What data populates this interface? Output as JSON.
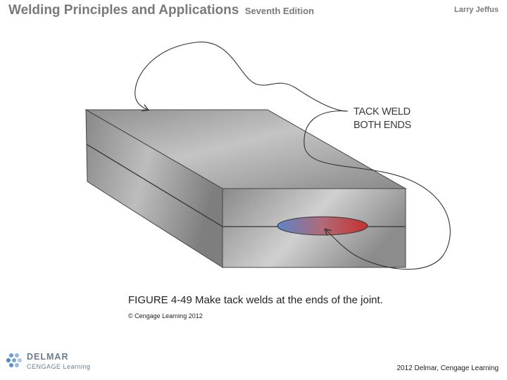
{
  "header": {
    "title": "Welding Principles and Applications",
    "edition": "Seventh Edition",
    "author": "Larry Jeffus"
  },
  "figure": {
    "callout_line1": "TACK WELD",
    "callout_line2": "BOTH ENDS",
    "caption": "FIGURE 4-49 Make tack welds at the ends of the joint.",
    "copyright": "© Cengage Learning 2012"
  },
  "footer": {
    "logo_line1": "DELMAR",
    "logo_line2": "CENGAGE Learning",
    "right_text": "2012 Delmar, Cengage Learning"
  },
  "colors": {
    "header_text": "#7a7a7a",
    "steel": "#9a9a9a",
    "weld_hot": "#c8302c",
    "weld_cool": "#5c84c8"
  }
}
